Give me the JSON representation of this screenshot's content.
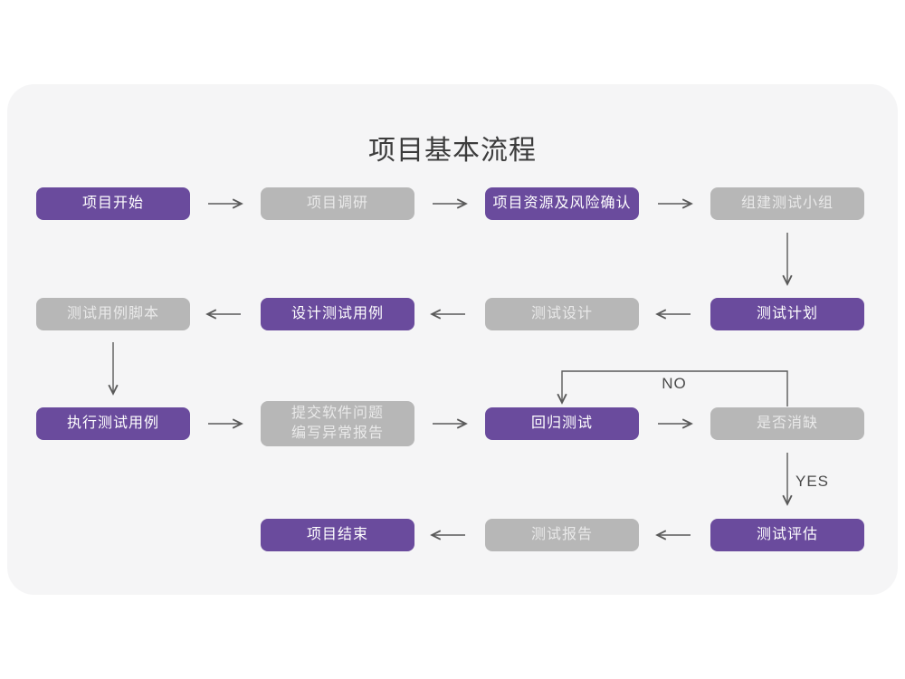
{
  "title": "项目基本流程",
  "edge_labels": {
    "no": "NO",
    "yes": "YES"
  },
  "colors": {
    "purple": "#6a4b9d",
    "gray": "#b7b7b7",
    "card_bg": "#f5f5f6",
    "arrow": "#5a5a5a",
    "purple_text": "#ffffff",
    "gray_text": "#e9e9e9",
    "title_text": "#3c3c3c"
  },
  "nodes": [
    {
      "id": "project-start",
      "label": "项目开始",
      "variant": "purple",
      "row": 1,
      "col": 1
    },
    {
      "id": "project-research",
      "label": "项目调研",
      "variant": "gray",
      "row": 1,
      "col": 2
    },
    {
      "id": "resource-risk",
      "label": "项目资源及风险确认",
      "variant": "purple",
      "row": 1,
      "col": 3
    },
    {
      "id": "build-test-team",
      "label": "组建测试小组",
      "variant": "gray",
      "row": 1,
      "col": 4
    },
    {
      "id": "case-script",
      "label": "测试用例脚本",
      "variant": "gray",
      "row": 2,
      "col": 1
    },
    {
      "id": "design-case",
      "label": "设计测试用例",
      "variant": "purple",
      "row": 2,
      "col": 2
    },
    {
      "id": "test-design",
      "label": "测试设计",
      "variant": "gray",
      "row": 2,
      "col": 3
    },
    {
      "id": "test-plan",
      "label": "测试计划",
      "variant": "purple",
      "row": 2,
      "col": 4
    },
    {
      "id": "execute-case",
      "label": "执行测试用例",
      "variant": "purple",
      "row": 3,
      "col": 1
    },
    {
      "id": "submit-issue",
      "label": "提交软件问题\n编写异常报告",
      "variant": "gray",
      "row": 3,
      "col": 2
    },
    {
      "id": "regression-test",
      "label": "回归测试",
      "variant": "purple",
      "row": 3,
      "col": 3
    },
    {
      "id": "defect-cleared",
      "label": "是否消缺",
      "variant": "gray",
      "row": 3,
      "col": 4
    },
    {
      "id": "project-end",
      "label": "项目结束",
      "variant": "purple",
      "row": 4,
      "col": 2
    },
    {
      "id": "test-report",
      "label": "测试报告",
      "variant": "gray",
      "row": 4,
      "col": 3
    },
    {
      "id": "test-evaluate",
      "label": "测试评估",
      "variant": "purple",
      "row": 4,
      "col": 4
    }
  ]
}
